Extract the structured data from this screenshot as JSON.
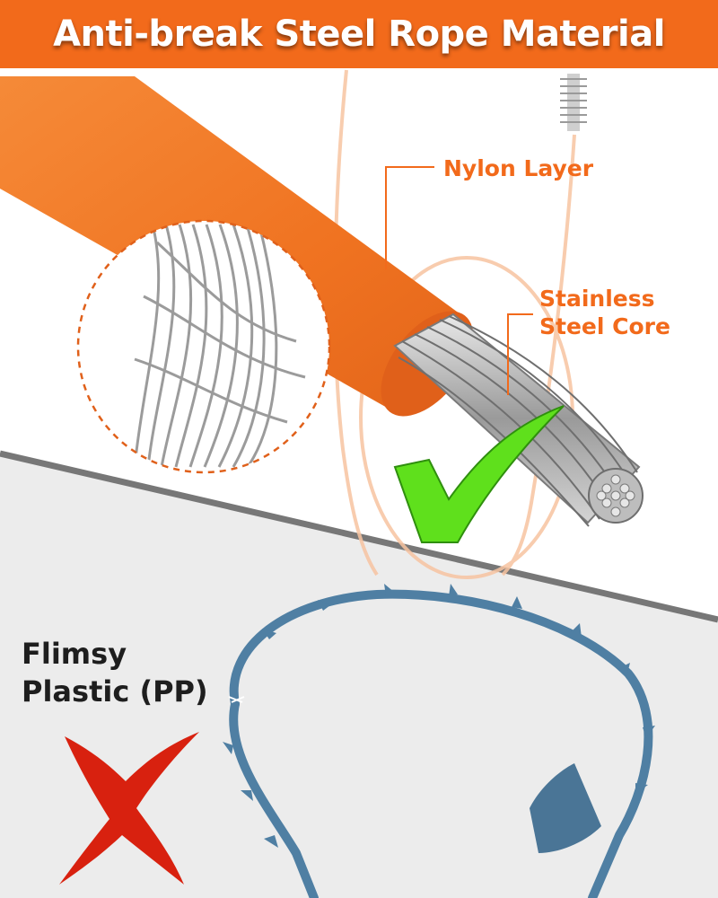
{
  "banner": {
    "title": "Anti-break Steel Rope Material",
    "color": "#f26a1b"
  },
  "callouts": {
    "nylon_layer": "Nylon Layer",
    "steel_core_line1": "Stainless",
    "steel_core_line2": "Steel Core",
    "color": "#f26a1b"
  },
  "comparison": {
    "bad_label_line1": "Flimsy",
    "bad_label_line2": "Plastic (PP)"
  },
  "icons": {
    "good": "check-mark-icon",
    "bad": "cross-mark-icon"
  },
  "colors": {
    "rope_orange": "#f47a22",
    "check_green": "#5fe01c",
    "cross_red": "#d8210f",
    "plastic_blue": "#4f7fa3",
    "lower_background": "#ececec",
    "divider_gray": "#777777"
  }
}
